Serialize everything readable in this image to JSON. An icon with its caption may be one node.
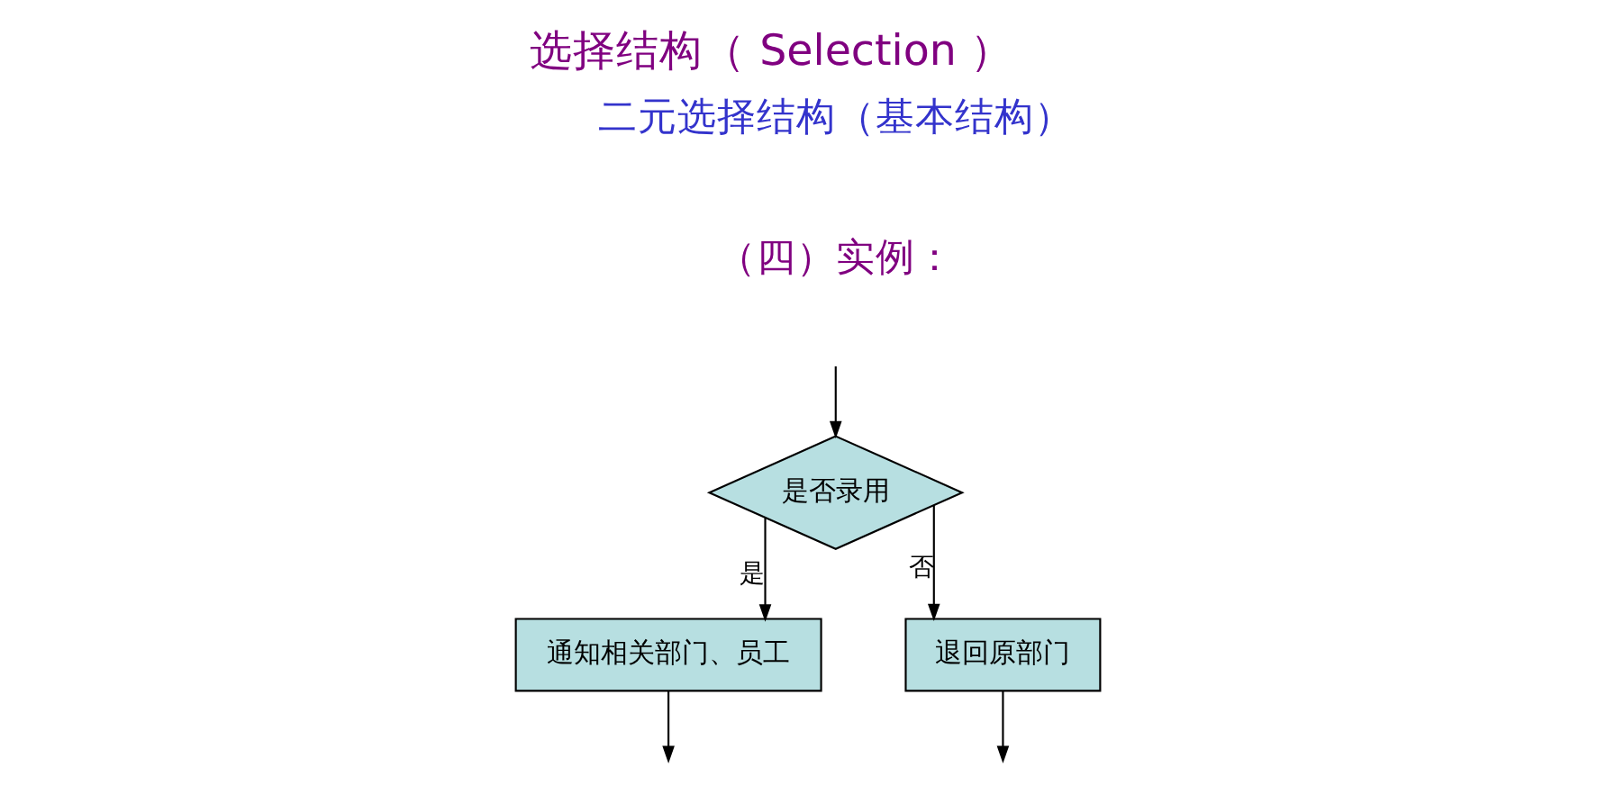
{
  "diagram": {
    "title": "选择结构（ Selection ）",
    "nodes": [
      {
        "text": [
          "是否录用"
        ]
      },
      {
        "text": [
          "通知相关部门、员工"
        ]
      },
      {
        "text": [
          "退回原部门"
        ]
      }
    ],
    "edges": [
      {
        "from": null,
        "to": 0,
        "arrow": "to"
      },
      {
        "from": 0,
        "to": 1,
        "arrow": "to",
        "label": "是"
      },
      {
        "from": 0,
        "to": 2,
        "arrow": "to",
        "label": "否"
      },
      {
        "from": 1,
        "to": null,
        "arrow": "to"
      },
      {
        "from": 2,
        "to": null,
        "arrow": "to"
      }
    ],
    "labels": [
      "二元选择结构（基本结构）",
      "（四）实例："
    ]
  }
}
